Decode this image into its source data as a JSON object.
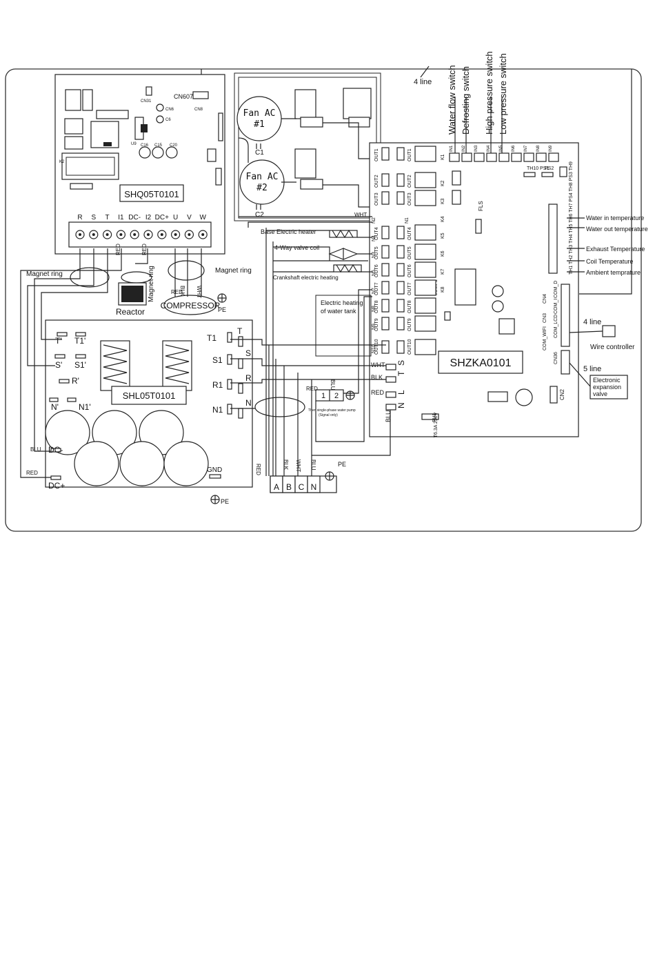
{
  "boards": {
    "driver": "SHQ05T0101",
    "filter": "SHL05T0101",
    "main": "SHZKA0101"
  },
  "fans": {
    "fan1": [
      "Fan AC",
      "#1"
    ],
    "fan2": [
      "Fan AC",
      "#2"
    ],
    "c1": "C1",
    "c2": "C2"
  },
  "driver_terminals": [
    "R",
    "S",
    "T",
    "I1",
    "DC-",
    "I2",
    "DC+",
    "U",
    "V",
    "W"
  ],
  "driver_small": {
    "cn607": "CN607",
    "cn31": "CN31",
    "cn6": "CN6",
    "c6": "C6",
    "u9": "U9",
    "c16": "C16",
    "c15": "C15",
    "c20": "C20",
    "k2": "K2",
    "cn8": "CN8"
  },
  "labels": {
    "four_line_top": "4 line",
    "magnet_ring_left": "Magnet ring",
    "magnet_ring_right": "Magnet ring",
    "magnet_ring_vert": "Magnet ring",
    "reactor": "Reactor",
    "compressor": "COMPRESSOR",
    "pe1": "PE",
    "pe2": "PE",
    "pe3": "PE",
    "gnd": "GND",
    "red": "RED",
    "blk": "BLK",
    "wht": "WHT",
    "blu": "BLU"
  },
  "switches": [
    "Water flow switch",
    "Defrosting switch",
    "High pressure switch",
    "Low pressure switch"
  ],
  "loads": {
    "base_heater": "Base Electric heater",
    "four_way": "4-Way valve coil",
    "crankshaft": "Crankshaft electric heating",
    "water_tank": [
      "Electric heating",
      "of water tank"
    ],
    "pump": "Then single-phase water pump",
    "pump_sub": "(Signal only)"
  },
  "sensors": [
    "Water in temperature",
    "Water out temperature",
    "Exhaust Temperature",
    "Coil Temperature",
    "Ambient temprature"
  ],
  "right_side": {
    "four_line": "4 line",
    "wire_controller": "Wire controller",
    "five_line": "5 line",
    "exv": [
      "Electronic",
      "expansion",
      "valve"
    ]
  },
  "main_outputs": [
    "OUT1",
    "OUT2",
    "OUT3",
    "OUT4",
    "OUT5",
    "OUT6",
    "OUT7",
    "OUT8",
    "OUT9",
    "OUT10"
  ],
  "main_neutrals": [
    "N1",
    "N2",
    "N3",
    "N4",
    "N5",
    "N6",
    "N7",
    "N8",
    "N9",
    "N10"
  ],
  "main_relays": [
    "K1",
    "K2",
    "K3",
    "K4",
    "K5",
    "K6",
    "K7",
    "K8"
  ],
  "main_labels": {
    "fls": "FLS",
    "jump1": "JUMP1",
    "fu1": "FU1",
    "fuse_rating": "T6.3A 250V",
    "cn2": "CN2",
    "cn36": "CN36",
    "cn3": "CN3",
    "cn4": "CN4",
    "com_wifi": "COM_WIFI",
    "com_lcd": "COM_LCD",
    "com_i": "COM_I",
    "com_d": "COM_D",
    "th_row": "TH1 TH2 TH3 TH4 TH5 TH6 TH7 PS4 TH8 PS3 TH9",
    "th10": "TH10 PS1",
    "ps2": "PS2"
  },
  "inputs": [
    "IN1",
    "IN2",
    "IN3",
    "IN4",
    "IN5",
    "IN6",
    "IN7",
    "IN8",
    "IN9"
  ],
  "power_labels": [
    "S",
    "T",
    "L",
    "N"
  ],
  "filter_terminals": {
    "left": [
      "T'",
      "T1'",
      "S'",
      "S1'",
      "R'",
      "N'",
      "N1'",
      "DC-",
      "DC+"
    ],
    "right": [
      "T1",
      "T",
      "S1",
      "S",
      "R1",
      "R",
      "N1",
      "N"
    ]
  },
  "pump_terminals": [
    "1",
    "2"
  ],
  "terminal_block": [
    "A",
    "B",
    "C",
    "N"
  ]
}
